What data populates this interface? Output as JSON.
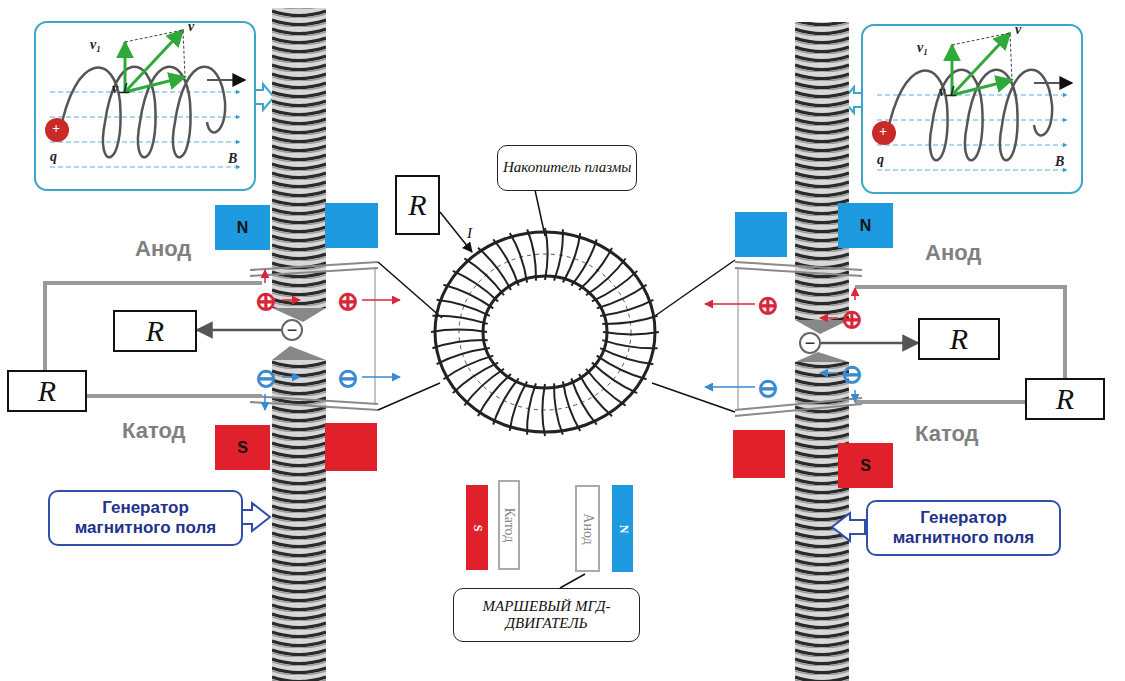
{
  "diagram": {
    "nodes": [
      {
        "text": [
          "Накопитель плазмы"
        ]
      },
      {
        "text": [
          "R"
        ]
      },
      {
        "text": [
          "N"
        ]
      },
      {
        "text": [
          "N"
        ]
      },
      {
        "text": [
          "R"
        ]
      },
      {
        "text": [
          "−"
        ]
      },
      {
        "text": [
          "−"
        ]
      },
      {
        "text": [
          "R"
        ]
      },
      {
        "text": [
          "R"
        ]
      },
      {
        "text": [
          "R"
        ]
      },
      {
        "text": [
          "S"
        ]
      },
      {
        "text": [
          "S"
        ]
      },
      {
        "text": [
          "Генератор магнитного поля"
        ]
      },
      {
        "text": [
          "Генератор магнитного поля"
        ]
      },
      {
        "text": [
          "S"
        ]
      },
      {
        "text": [
          "Катод"
        ]
      },
      {
        "text": [
          "Анод"
        ]
      },
      {
        "text": [
          "N"
        ]
      },
      {
        "text": [
          "МАРШЕВЫЙ МГД-ДВИГАТЕЛЬ"
        ]
      }
    ],
    "edges": [
      {
        "from": 5,
        "to": 4,
        "arrow": "to"
      },
      {
        "from": 6,
        "to": 7,
        "arrow": "to"
      }
    ],
    "labels": [
      "Анод",
      "Катод",
      "Анод",
      "Катод",
      "I",
      "v₁",
      "v",
      "v⊥",
      "q",
      "+",
      "B",
      "v₁",
      "v",
      "v⊥",
      "q",
      "+",
      "B",
      "⊕",
      "⊕",
      "⊖",
      "⊖",
      "⊕",
      "⊕",
      "⊖",
      "⊖"
    ]
  }
}
